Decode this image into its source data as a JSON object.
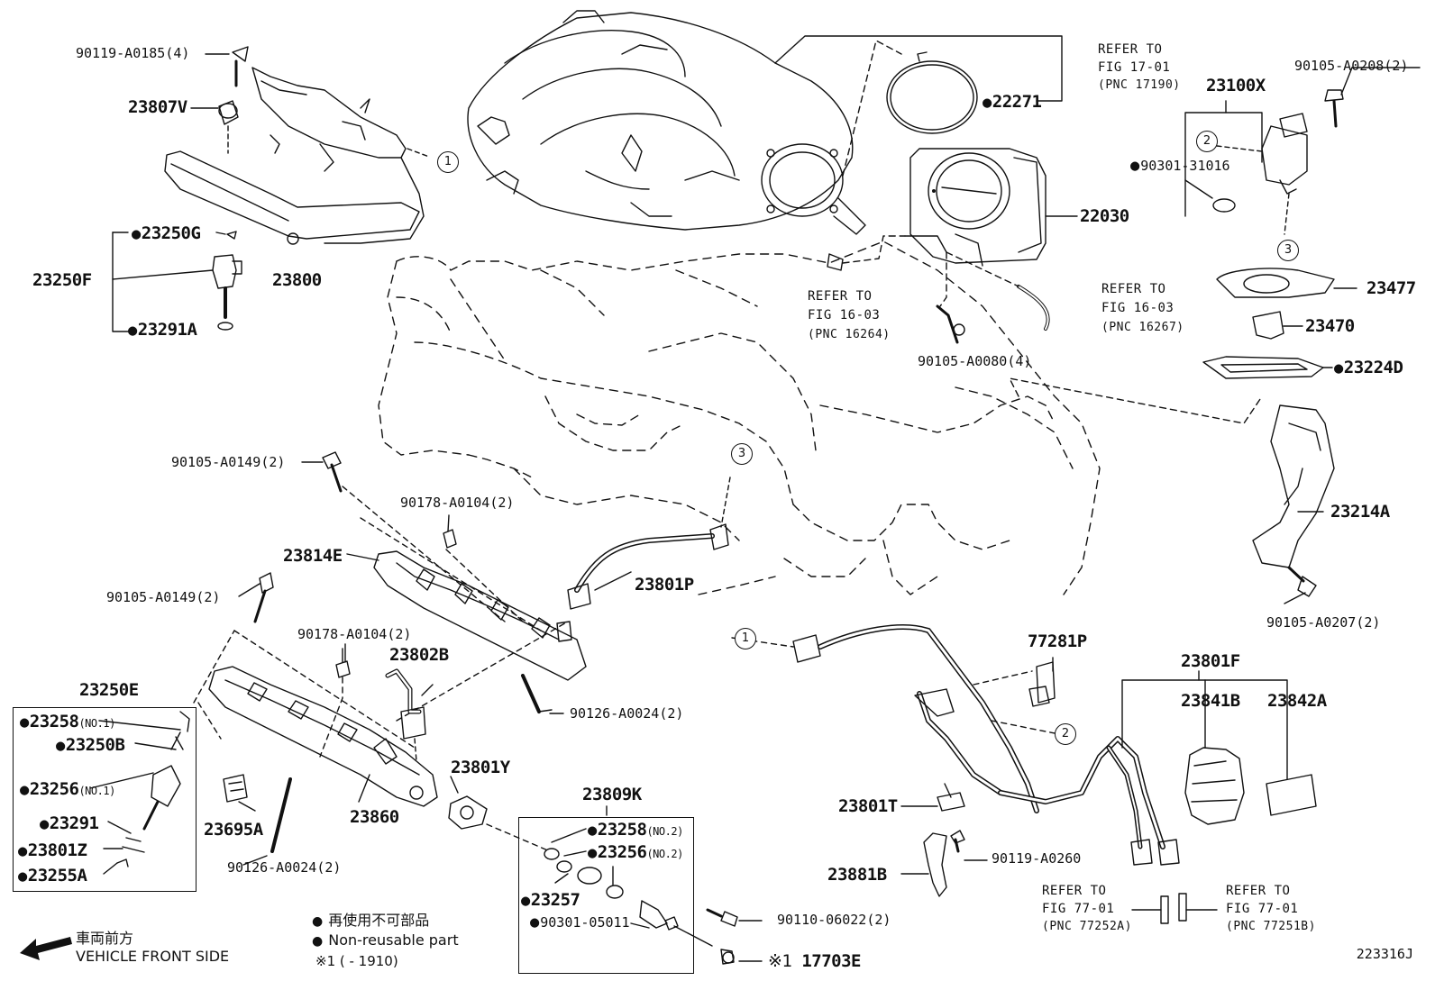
{
  "labels": {
    "l_90119_a0185": "90119-A0185(4)",
    "l_23807v": "23807V",
    "l_23250g": "23250G",
    "l_23250f": "23250F",
    "l_23800": "23800",
    "l_23291a": "23291A",
    "l_22271": "22271",
    "l_refer_17_01_a": "REFER TO",
    "l_refer_17_01_b": "FIG 17-01",
    "l_refer_17_01_c": "(PNC 17190)",
    "l_22030": "22030",
    "l_refer_16264_a": "REFER TO",
    "l_refer_16264_b": "FIG 16-03",
    "l_refer_16264_c": "(PNC 16264)",
    "l_refer_16267_a": "REFER TO",
    "l_refer_16267_b": "FIG 16-03",
    "l_refer_16267_c": "(PNC 16267)",
    "l_90105_a0080": "90105-A0080(4)",
    "l_23100x": "23100X",
    "l_90105_a0208": "90105-A0208(2)",
    "l_90301_31016": "90301-31016",
    "l_23477": "23477",
    "l_23470": "23470",
    "l_23224d": "23224D",
    "l_23214a": "23214A",
    "l_90105_a0207": "90105-A0207(2)",
    "l_90105_a0149_top": "90105-A0149(2)",
    "l_90178_a0104_top": "90178-A0104(2)",
    "l_23814e": "23814E",
    "l_23801p": "23801P",
    "l_90105_a0149_mid": "90105-A0149(2)",
    "l_90178_a0104_mid": "90178-A0104(2)",
    "l_23802b": "23802B",
    "l_90126_a0024_right": "90126-A0024(2)",
    "l_23250e": "23250E",
    "l_23258": "23258",
    "l_23258_suf": "(NO.1)",
    "l_23250b": "23250B",
    "l_23256": "23256",
    "l_23256_suf": "(NO.1)",
    "l_23291": "23291",
    "l_23801z": "23801Z",
    "l_23255a": "23255A",
    "l_23695a": "23695A",
    "l_23860": "23860",
    "l_90126_a0024_low": "90126-A0024(2)",
    "l_23801y": "23801Y",
    "l_23809k": "23809K",
    "l_23258_no2": "23258",
    "l_23258_no2_suf": "(NO.2)",
    "l_23256_no2": "23256",
    "l_23256_no2_suf": "(NO.2)",
    "l_23257": "23257",
    "l_90301_05011": "90301-05011",
    "l_90110_06022": "90110-06022(2)",
    "l_17703e_mark": "※1",
    "l_17703e": "17703E",
    "l_77281p": "77281P",
    "l_23801f": "23801F",
    "l_23841b": "23841B",
    "l_23842a": "23842A",
    "l_23801t": "23801T",
    "l_90119_a0260": "90119-A0260",
    "l_23881b": "23881B",
    "l_refer_77252a_a": "REFER TO",
    "l_refer_77252a_b": "FIG 77-01",
    "l_refer_77252a_c": "(PNC 77252A)",
    "l_refer_77251b_a": "REFER TO",
    "l_refer_77251b_b": "FIG 77-01",
    "l_refer_77251b_c": "(PNC 77251B)"
  },
  "callouts": {
    "c1": "1",
    "c2": "2",
    "c3": "3"
  },
  "legend": {
    "jp": "再使用不可部品",
    "en": "Non-reusable part",
    "note": "※1 (         - 1910)"
  },
  "front": {
    "jp": "車両前方",
    "en": "VEHICLE FRONT SIDE"
  },
  "diagram_code": "223316J",
  "icons": {
    "bullet": "black-circle",
    "front_arrow": "arrow-left-down"
  }
}
